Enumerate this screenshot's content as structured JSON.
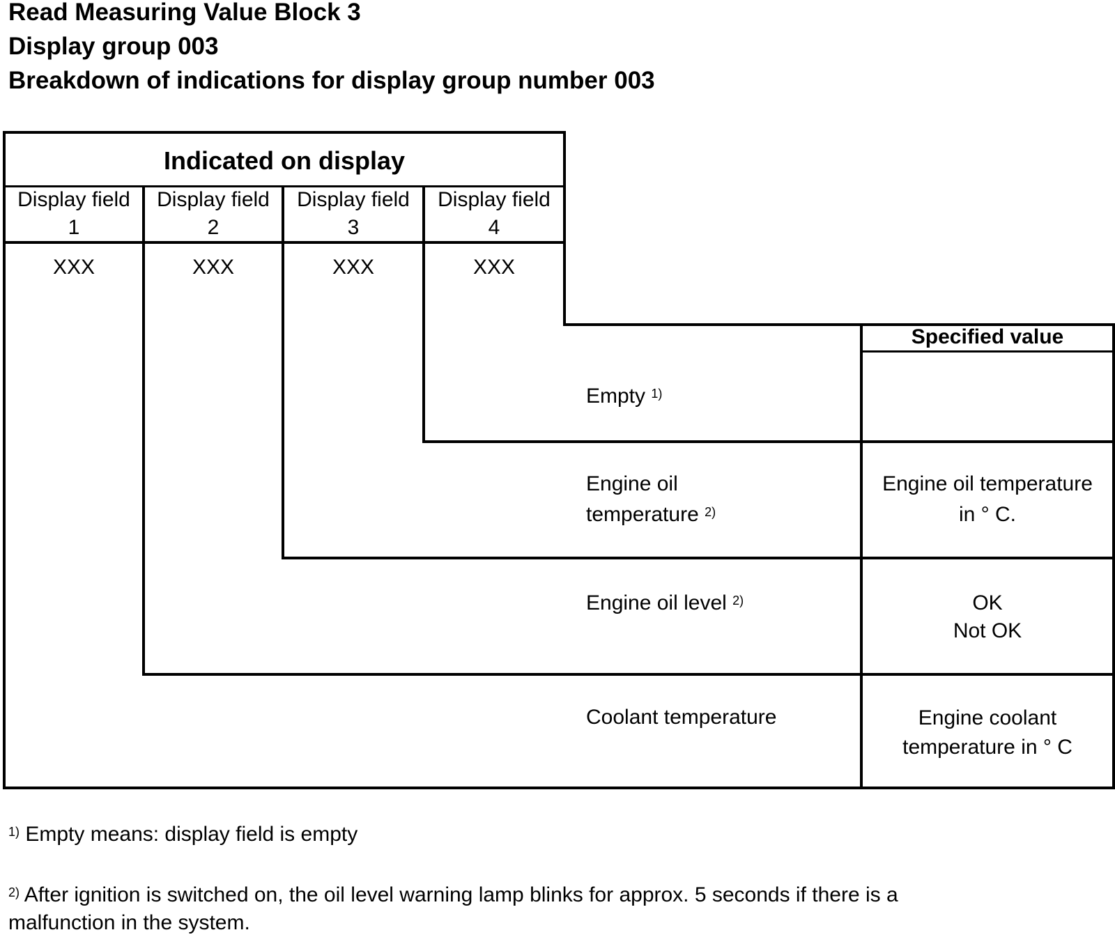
{
  "header": {
    "title": "Read Measuring Value Block 3",
    "subtitle": "Display group 003",
    "description": "Breakdown of indications for display group number 003"
  },
  "table": {
    "main_header": "Indicated on display",
    "fields": [
      {
        "label": "Display field",
        "number": "1",
        "value": "XXX"
      },
      {
        "label": "Display field",
        "number": "2",
        "value": "XXX"
      },
      {
        "label": "Display field",
        "number": "3",
        "value": "XXX"
      },
      {
        "label": "Display field",
        "number": "4",
        "value": "XXX"
      }
    ],
    "specified_header": "Specified value",
    "rows": [
      {
        "name": "Empty",
        "note": "1)",
        "spec": ""
      },
      {
        "name_line1": "Engine oil",
        "name_line2": "temperature",
        "note": "2)",
        "spec_line1": "Engine oil temperature",
        "spec_line2": "in ° C."
      },
      {
        "name": "Engine oil level",
        "note": "2)",
        "spec_line1": "OK",
        "spec_line2": "Not OK"
      },
      {
        "name": "Coolant temperature",
        "spec_line1": "Engine coolant",
        "spec_line2": "temperature in ° C"
      }
    ]
  },
  "footnotes": [
    {
      "marker": "1)",
      "text": "Empty means: display field is empty"
    },
    {
      "marker": "2)",
      "text_line1": "After ignition is switched on, the oil level warning lamp blinks for approx. 5 seconds if there is a",
      "text_line2": "malfunction in the system."
    }
  ]
}
